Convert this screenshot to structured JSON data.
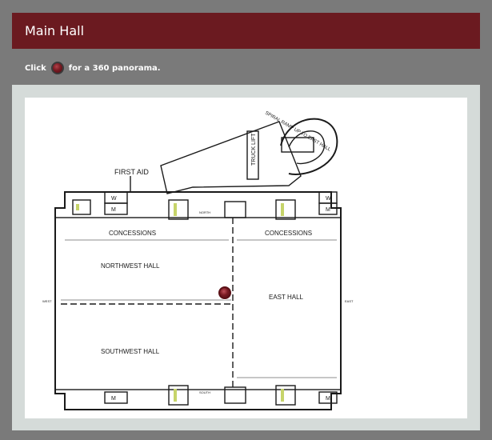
{
  "page": {
    "title": "Main Hall",
    "hint_prefix": "Click",
    "hint_suffix": "for a 360 panorama."
  },
  "floor_plan": {
    "labels": {
      "first_aid": "FIRST AID",
      "truck_lift": "TRUCK LIFT",
      "spiral_ramp": "SPIRAL RAMP UP TO EAST HALL",
      "concessions_left": "CONCESSIONS",
      "concessions_right": "CONCESSIONS",
      "northwest_hall": "NORTHWEST HALL",
      "southwest_hall": "SOUTHWEST HALL",
      "east_hall": "EAST HALL",
      "north": "NORTH",
      "south": "SOUTH",
      "west": "WEST",
      "east": "EAST",
      "women": "W",
      "men": "M"
    }
  },
  "colors": {
    "background": "#7a7a7a",
    "title_bar": "#6b1a20",
    "hotspot": "#7a1a22"
  }
}
